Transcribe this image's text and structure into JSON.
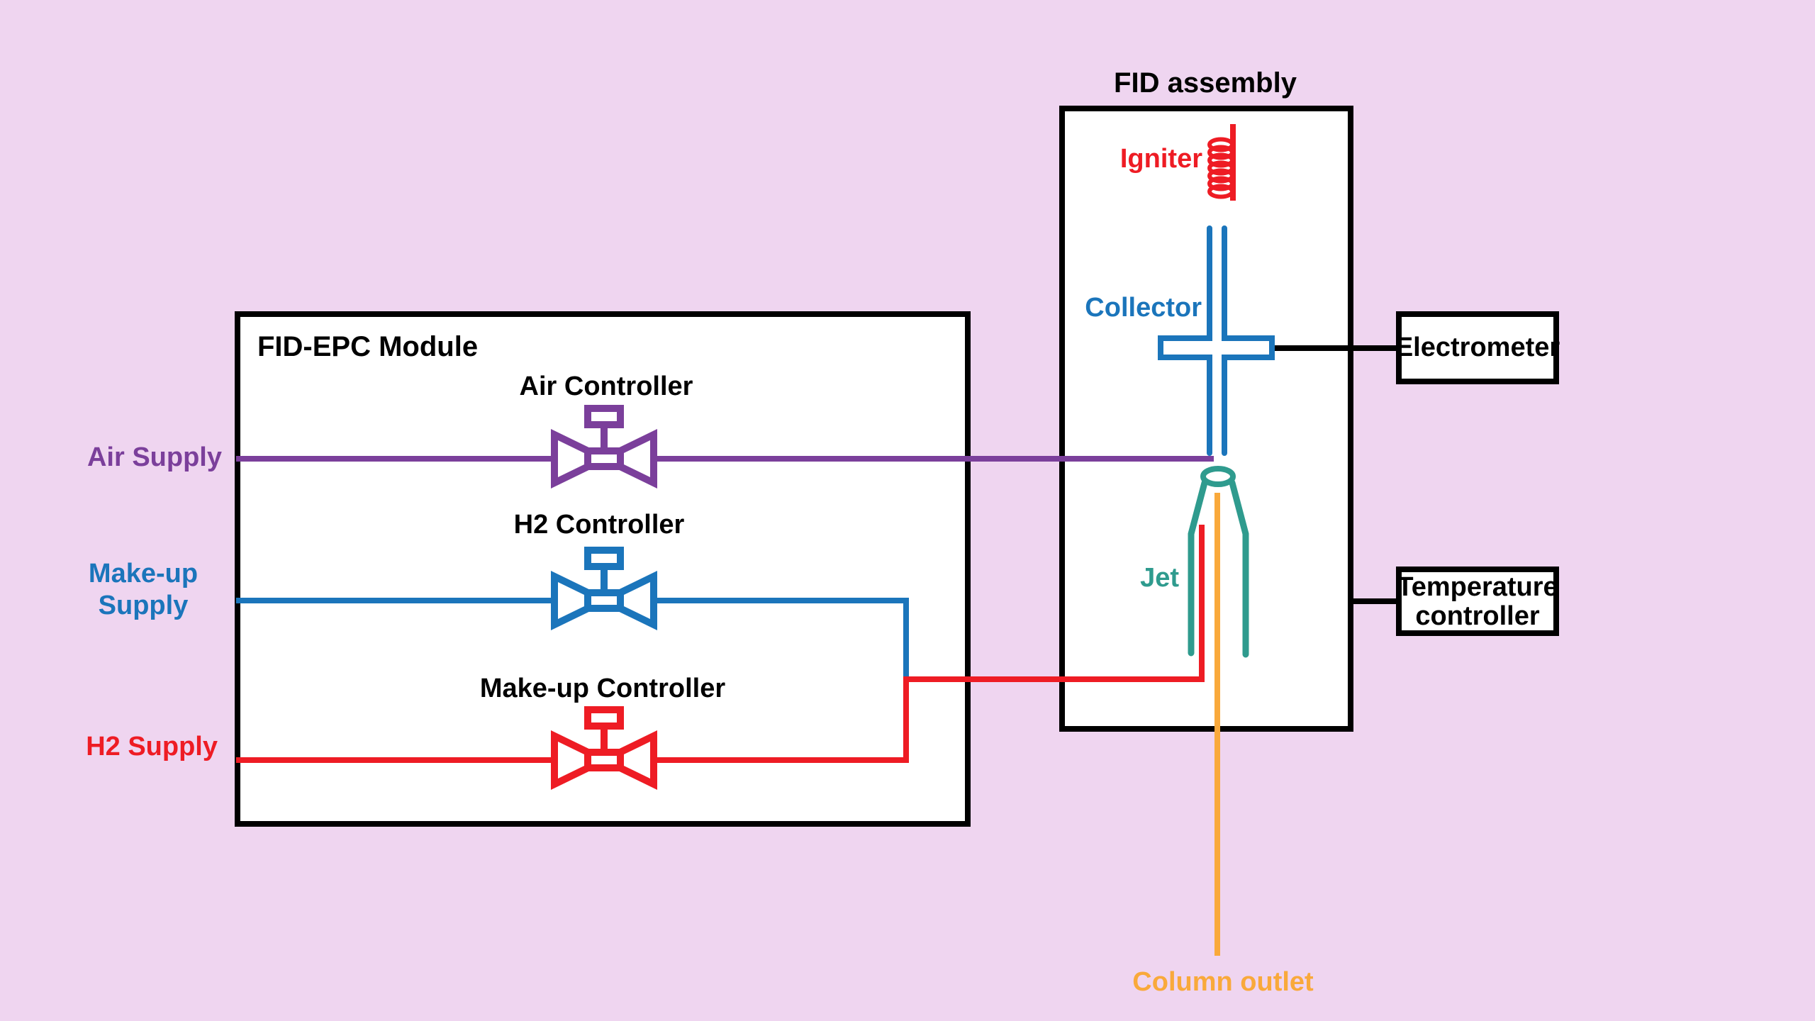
{
  "colors": {
    "background": "#EFD5F0",
    "box_fill": "#FFFFFF",
    "outline": "#000000",
    "air": "#7B3F9B",
    "makeup": "#1B75BB",
    "h2": "#EE1C24",
    "jet": "#2F9B8E",
    "column": "#F9A93B"
  },
  "epc_module": {
    "title": "FID-EPC Module",
    "air_controller_label": "Air Controller",
    "h2_controller_label": "H2 Controller",
    "makeup_controller_label": "Make-up Controller"
  },
  "supplies": {
    "air_label": "Air Supply",
    "makeup_label_line1": "Make-up",
    "makeup_label_line2": "Supply",
    "h2_label": "H2 Supply"
  },
  "fid_assembly": {
    "title": "FID assembly",
    "igniter_label": "Igniter",
    "collector_label": "Collector",
    "jet_label": "Jet"
  },
  "external": {
    "electrometer_label": "Electrometer",
    "temperature_label_line1": "Temperature",
    "temperature_label_line2": "controller",
    "column_outlet_label": "Column outlet"
  }
}
